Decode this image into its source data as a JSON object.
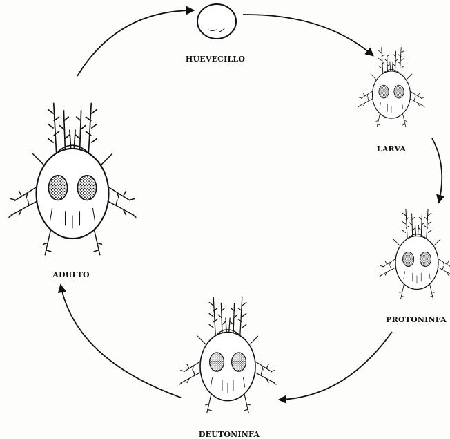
{
  "diagram": {
    "stages": [
      {
        "id": "huevecillo",
        "label": "HUEVECILLO"
      },
      {
        "id": "larva",
        "label": "LARVA"
      },
      {
        "id": "protoninfa",
        "label": "PROTONINFA"
      },
      {
        "id": "deutoninfa",
        "label": "DEUTONINFA"
      },
      {
        "id": "adulto",
        "label": "ADULTO"
      }
    ],
    "cycle_order": [
      "huevecillo",
      "larva",
      "protoninfa",
      "deutoninfa",
      "adulto",
      "huevecillo"
    ],
    "colors": {
      "ink": "#111111",
      "background": "#fdfdfc"
    }
  }
}
